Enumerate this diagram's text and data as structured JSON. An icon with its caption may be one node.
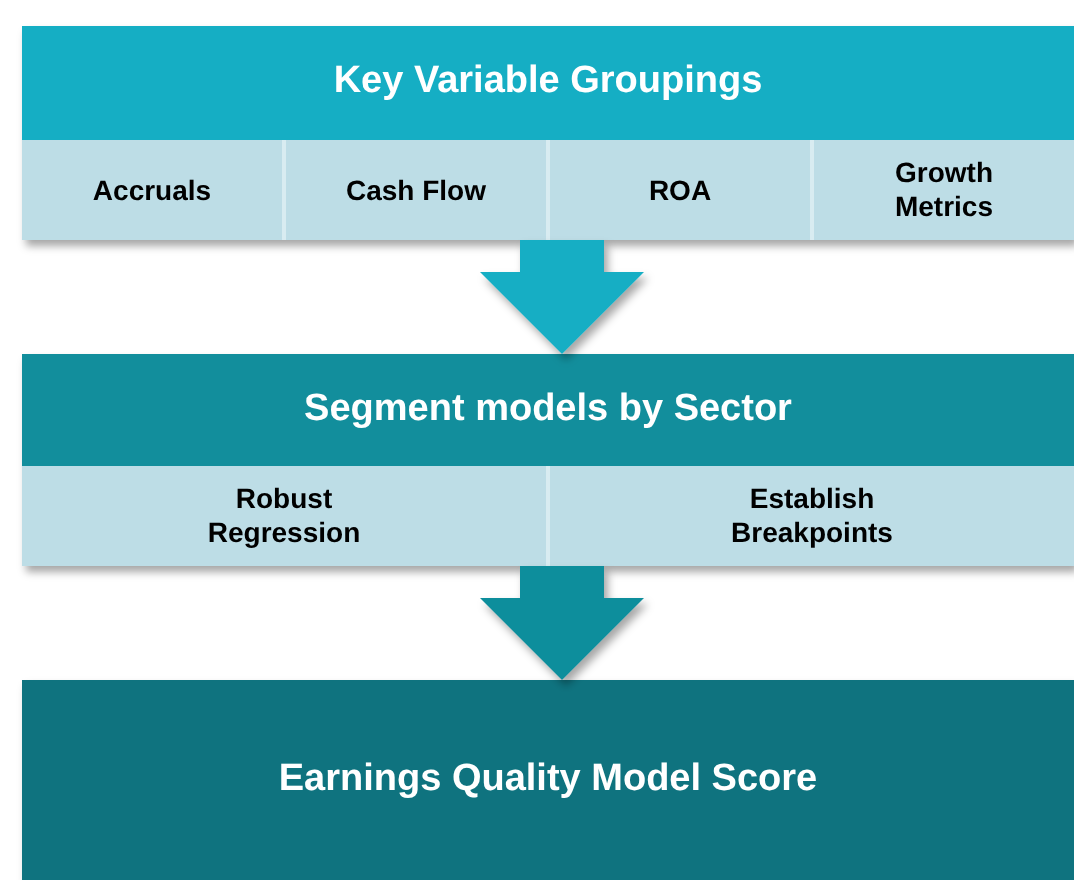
{
  "diagram": {
    "nodes": [
      {
        "text": [
          "Key Variable Groupings"
        ]
      },
      {
        "text": [
          "Accruals"
        ],
        "in": 0
      },
      {
        "text": [
          "Cash Flow"
        ],
        "in": 0
      },
      {
        "text": [
          "ROA"
        ],
        "in": 0
      },
      {
        "text": [
          "Growth Metrics"
        ],
        "in": 0
      },
      {
        "text": [
          "Segment models by Sector"
        ]
      },
      {
        "text": [
          "Robust Regression"
        ],
        "in": 5
      },
      {
        "text": [
          "Establish Breakpoints"
        ],
        "in": 5
      },
      {
        "text": [
          "Earnings Quality Model Score"
        ]
      }
    ],
    "edges": [
      {
        "from": 0,
        "to": 5,
        "arrow": "to",
        "style": "thick",
        "color": "#15aec4"
      },
      {
        "from": 5,
        "to": 8,
        "arrow": "to",
        "style": "thick",
        "color": "#118e9c"
      }
    ]
  }
}
